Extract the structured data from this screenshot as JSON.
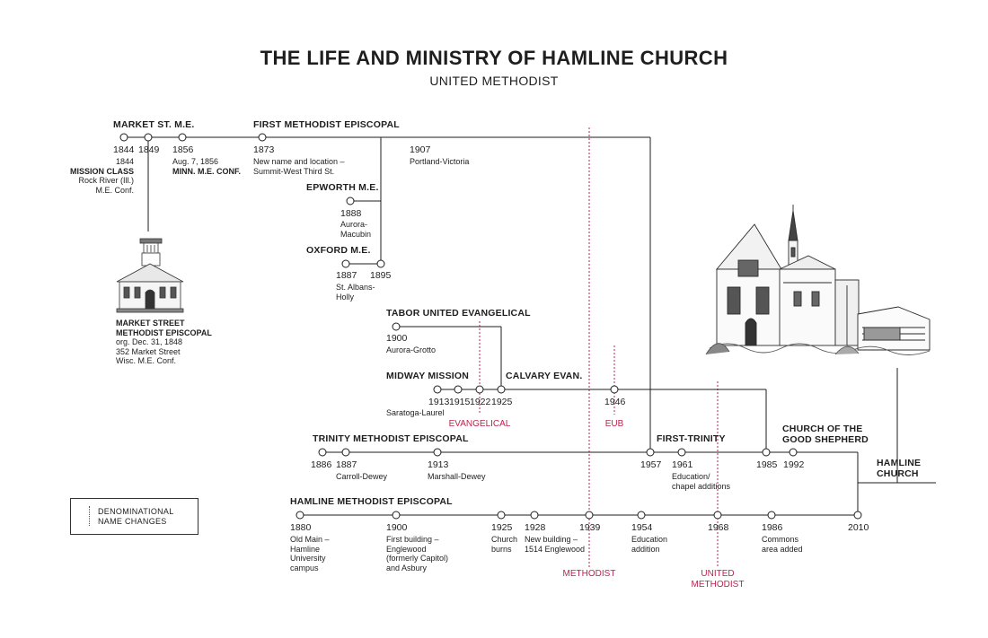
{
  "title": "THE LIFE AND MINISTRY OF HAMLINE CHURCH",
  "subtitle": "UNITED METHODIST",
  "headers": {
    "market": "MARKET ST. M.E.",
    "first_methodist": "FIRST METHODIST EPISCOPAL",
    "epworth": "EPWORTH M.E.",
    "oxford": "OXFORD M.E.",
    "tabor": "TABOR UNITED EVANGELICAL",
    "midway": "MIDWAY MISSION",
    "calvary": "CALVARY EVAN.",
    "trinity": "TRINITY METHODIST EPISCOPAL",
    "first_trinity": "FIRST-TRINITY",
    "good_shepherd_1": "CHURCH OF THE",
    "good_shepherd_2": "GOOD SHEPHERD",
    "hamline_me": "HAMLINE METHODIST EPISCOPAL",
    "hamline_church_1": "HAMLINE",
    "hamline_church_2": "CHURCH"
  },
  "years": {
    "y1844": "1844",
    "y1849": "1849",
    "y1856": "1856",
    "y1873": "1873",
    "y1907": "1907",
    "y1888": "1888",
    "y1887_ox": "1887",
    "y1895": "1895",
    "y1900_tabor": "1900",
    "y1913_mid": "1913",
    "y1915": "1915",
    "y1922": "1922",
    "y1925_cal": "1925",
    "y1946": "1946",
    "y1886": "1886",
    "y1887_tr": "1887",
    "y1913_tr": "1913",
    "y1957": "1957",
    "y1961": "1961",
    "y1985": "1985",
    "y1992": "1992",
    "y1880": "1880",
    "y1900_ham": "1900",
    "y1925_ham": "1925",
    "y1928": "1928",
    "y1939": "1939",
    "y1954": "1954",
    "y1968": "1968",
    "y1986": "1986",
    "y2010": "2010"
  },
  "notes": {
    "n1844_a": "1844",
    "n1844_b": "MISSION CLASS",
    "n1844_c": "Rock River (Ill.)",
    "n1844_d": "M.E. Conf.",
    "n1856_a": "Aug. 7, 1856",
    "n1856_b": "MINN. M.E. CONF.",
    "n1873_a": "New name and location –",
    "n1873_b": "Summit-West Third St.",
    "n1907": "Portland-Victoria",
    "n1888_a": "Aurora-",
    "n1888_b": "Macubin",
    "n1887_a": "St. Albans-",
    "n1887_b": "Holly",
    "market_street_1": "MARKET STREET",
    "market_street_2": "METHODIST EPISCOPAL",
    "market_street_3": "org. Dec. 31, 1848",
    "market_street_4": "352 Market Street",
    "market_street_5": "Wisc. M.E. Conf.",
    "n1900_tabor": "Aurora-Grotto",
    "n1913_mid": "Saratoga-Laurel",
    "n1887_tr": "Carroll-Dewey",
    "n1913_tr": "Marshall-Dewey",
    "n1961_a": "Education/",
    "n1961_b": "chapel additions",
    "n1880_a": "Old Main –",
    "n1880_b": "Hamline",
    "n1880_c": "University",
    "n1880_d": "campus",
    "n1900_a": "First building –",
    "n1900_b": "Englewood",
    "n1900_c": "(formerly Capitol)",
    "n1900_d": "and Asbury",
    "n1925_a": "Church",
    "n1925_b": "burns",
    "n1928_a": "New building –",
    "n1928_b": "1514 Englewood",
    "n1954_a": "Education",
    "n1954_b": "addition",
    "n1986_a": "Commons",
    "n1986_b": "area added"
  },
  "denominations": {
    "evangelical": "EVANGELICAL",
    "eub": "EUB",
    "methodist": "METHODIST",
    "united_1": "UNITED",
    "united_2": "METHODIST"
  },
  "legend": {
    "line1": "DENOMINATIONAL",
    "line2": "NAME CHANGES"
  },
  "colors": {
    "line": "#1e1e1e",
    "denominational": "#b8244e"
  }
}
